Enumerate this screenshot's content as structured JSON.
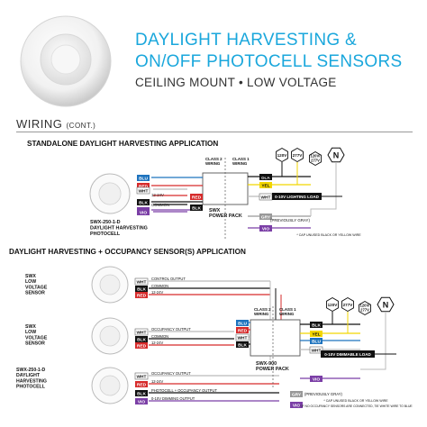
{
  "header": {
    "title_line1": "DAYLIGHT HARVESTING &",
    "title_line2": "ON/OFF PHOTOCELL SENSORS",
    "subtitle": "CEILING MOUNT • LOW VOLTAGE"
  },
  "section": {
    "heading": "WIRING",
    "heading_suffix": "(CONT.)"
  },
  "diagram1": {
    "title": "STANDALONE DAYLIGHT HARVESTING APPLICATION",
    "sensor_label": [
      "SWX-250-1-D",
      "DAYLIGHT HARVESTING",
      "PHOTOCELL"
    ],
    "power_pack": [
      "SWX",
      "POWER PACK"
    ],
    "class2": [
      "CLASS 2",
      "WIRING"
    ],
    "class1": [
      "CLASS 1",
      "WIRING"
    ],
    "voltages": [
      "120V",
      "277V",
      "120V/",
      "277V"
    ],
    "neutral": "N",
    "wires_left": [
      "BLU",
      "RED",
      "BLK",
      "VIO"
    ],
    "wires_sensor": [
      "WHT",
      "RED",
      "BLK",
      "VIO"
    ],
    "sensor_wire_labels": [
      "12-24V",
      "COMMON"
    ],
    "wires_right": [
      "BLK",
      "YEL",
      "WHT",
      "GRY",
      "VIO"
    ],
    "load_label": "0-10V LIGHTING LOAD",
    "previously_gray": "(PREVIOUSLY GRAY)",
    "note": "* CAP UNUSED BLACK OR YELLOW WIRE"
  },
  "diagram2": {
    "title": "DAYLIGHT HARVESTING + OCCUPANCY SENSOR(S) APPLICATION",
    "sensor1_label": [
      "SWX",
      "LOW",
      "VOLTAGE",
      "SENSOR"
    ],
    "sensor2_label": [
      "SWX",
      "LOW",
      "VOLTAGE",
      "SENSOR"
    ],
    "sensor3_label": [
      "SWX-250-1-D",
      "DAYLIGHT",
      "HARVESTING",
      "PHOTOCELL"
    ],
    "sensor1_wires": [
      "WHT",
      "BLK",
      "RED"
    ],
    "sensor1_wire_labels": [
      "CONTROL OUTPUT",
      "COMMON",
      "12-24V"
    ],
    "sensor2_wires": [
      "WHT",
      "BLK",
      "RED"
    ],
    "sensor2_wire_labels": [
      "OCCUPANCY OUTPUT",
      "COMMON",
      "12-24V"
    ],
    "sensor3_wires": [
      "WHT",
      "RED",
      "BLK",
      "VIO"
    ],
    "sensor3_wire_labels": [
      "OCCUPANCY OUTPUT",
      "12-24V",
      "PHOTOCELL + OCCUPANCY OUTPUT",
      "0-10V DIMMING OUTPUT"
    ],
    "power_pack": [
      "SWX-900",
      "POWER PACK"
    ],
    "class2": [
      "CLASS 2",
      "WIRING"
    ],
    "class1": [
      "CLASS 1",
      "WIRING"
    ],
    "voltages": [
      "120V",
      "277V",
      "120V/",
      "277V"
    ],
    "neutral": "N",
    "wires_left": [
      "BLU",
      "RED",
      "WHT",
      "BLK"
    ],
    "wires_right": [
      "BLK",
      "YEL",
      "BLU",
      "WHT",
      "VIO"
    ],
    "load_label": "0-10V DIMMABLE LOAD",
    "previously_gray": "(PREVIOUSLY GRAY)",
    "wire_gry": "GRY",
    "note1": "* CAP UNUSED BLACK OR YELLOW WIRE",
    "note2": "* IF NO OCCUPANCY SENSORS ARE CONNECTED, TIE WHITE WIRE TO BLUE"
  },
  "colors": {
    "accent": "#1aa7dc",
    "wire_blue": "#1e73be",
    "wire_red": "#d62b2b",
    "wire_black": "#111111",
    "wire_violet": "#7b3fa6",
    "wire_yellow": "#f2d600",
    "wire_gray": "#999999"
  }
}
